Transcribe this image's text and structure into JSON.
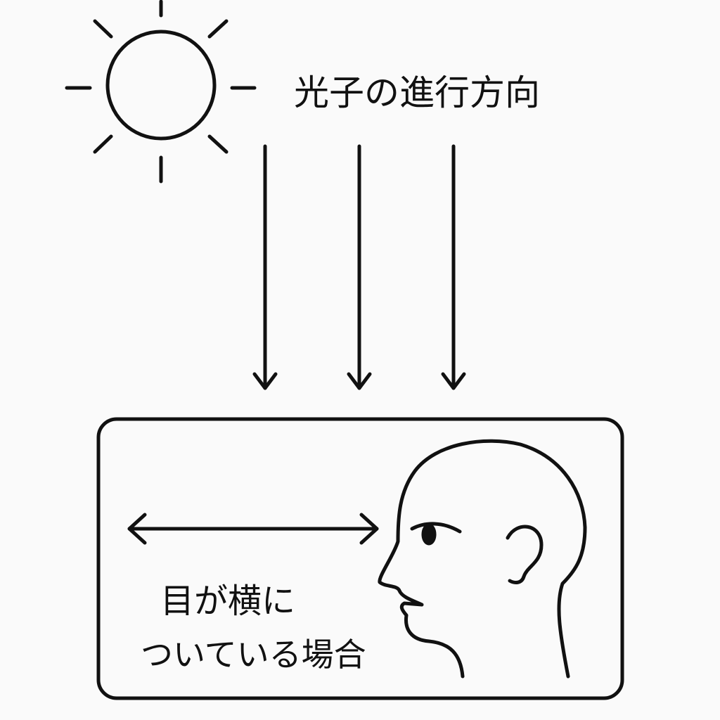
{
  "title": "光子の進行方向",
  "box_label": {
    "line1": "目が横に",
    "line2": "ついている場合"
  },
  "colors": {
    "stroke": "#111111",
    "background": "#fafafa"
  }
}
